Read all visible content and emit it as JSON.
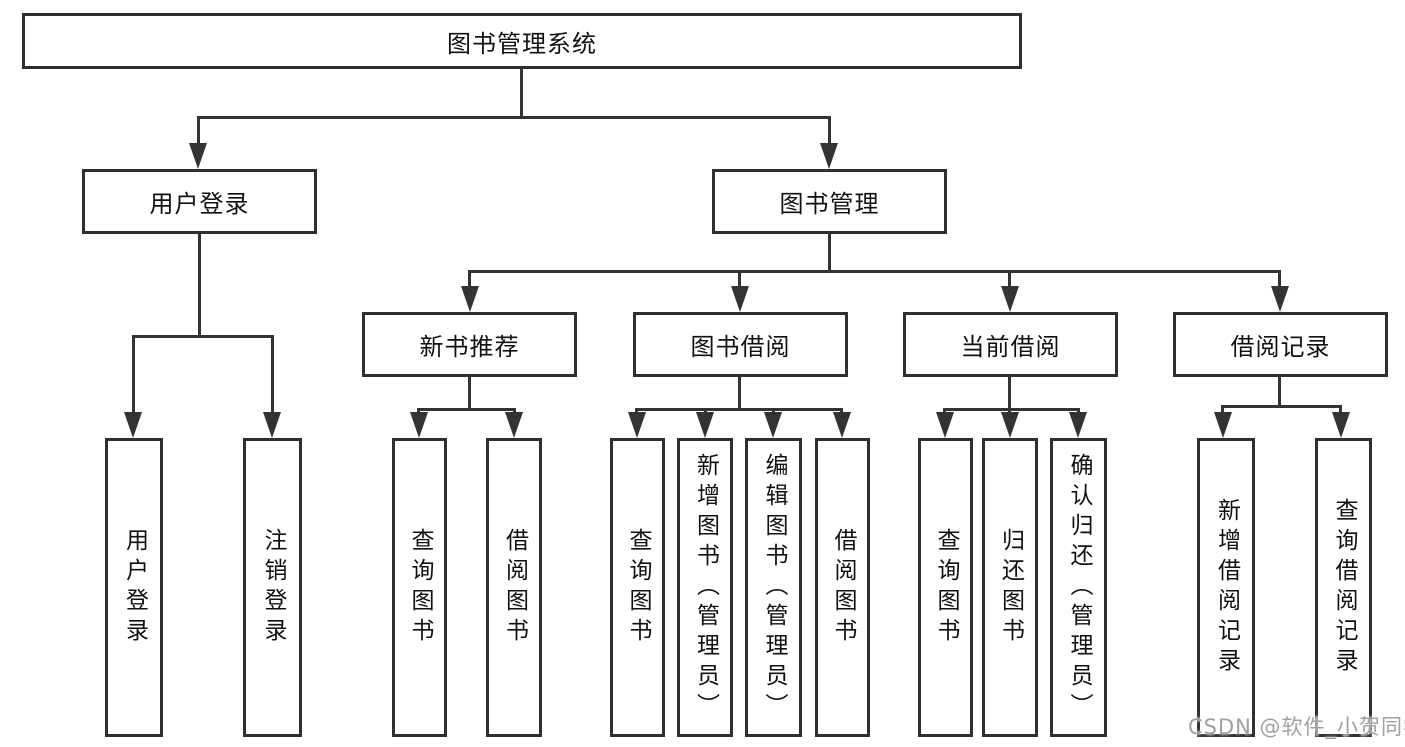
{
  "diagram": {
    "title": "图书管理系统",
    "root": {
      "label": "图书管理系统"
    },
    "branches": [
      {
        "label": "用户登录",
        "leaves": [
          "用户登录",
          "注销登录"
        ]
      },
      {
        "label": "图书管理",
        "groups": [
          {
            "label": "新书推荐",
            "leaves": [
              "查询图书",
              "借阅图书"
            ]
          },
          {
            "label": "图书借阅",
            "leaves": [
              "查询图书",
              "新增图书（管理员）",
              "编辑图书（管理员）",
              "借阅图书"
            ]
          },
          {
            "label": "当前借阅",
            "leaves": [
              "查询图书",
              "归还图书",
              "确认归还（管理员）"
            ]
          },
          {
            "label": "借阅记录",
            "leaves": [
              "新增借阅记录",
              "查询借阅记录"
            ]
          }
        ]
      }
    ],
    "colors": {
      "line": "#333333",
      "box_border": "#2f2f2f",
      "text": "#111111",
      "background": "#ffffff",
      "watermark": "#a0a0a0"
    }
  },
  "watermark": {
    "text": "CSDN @软件_小贺同学"
  }
}
